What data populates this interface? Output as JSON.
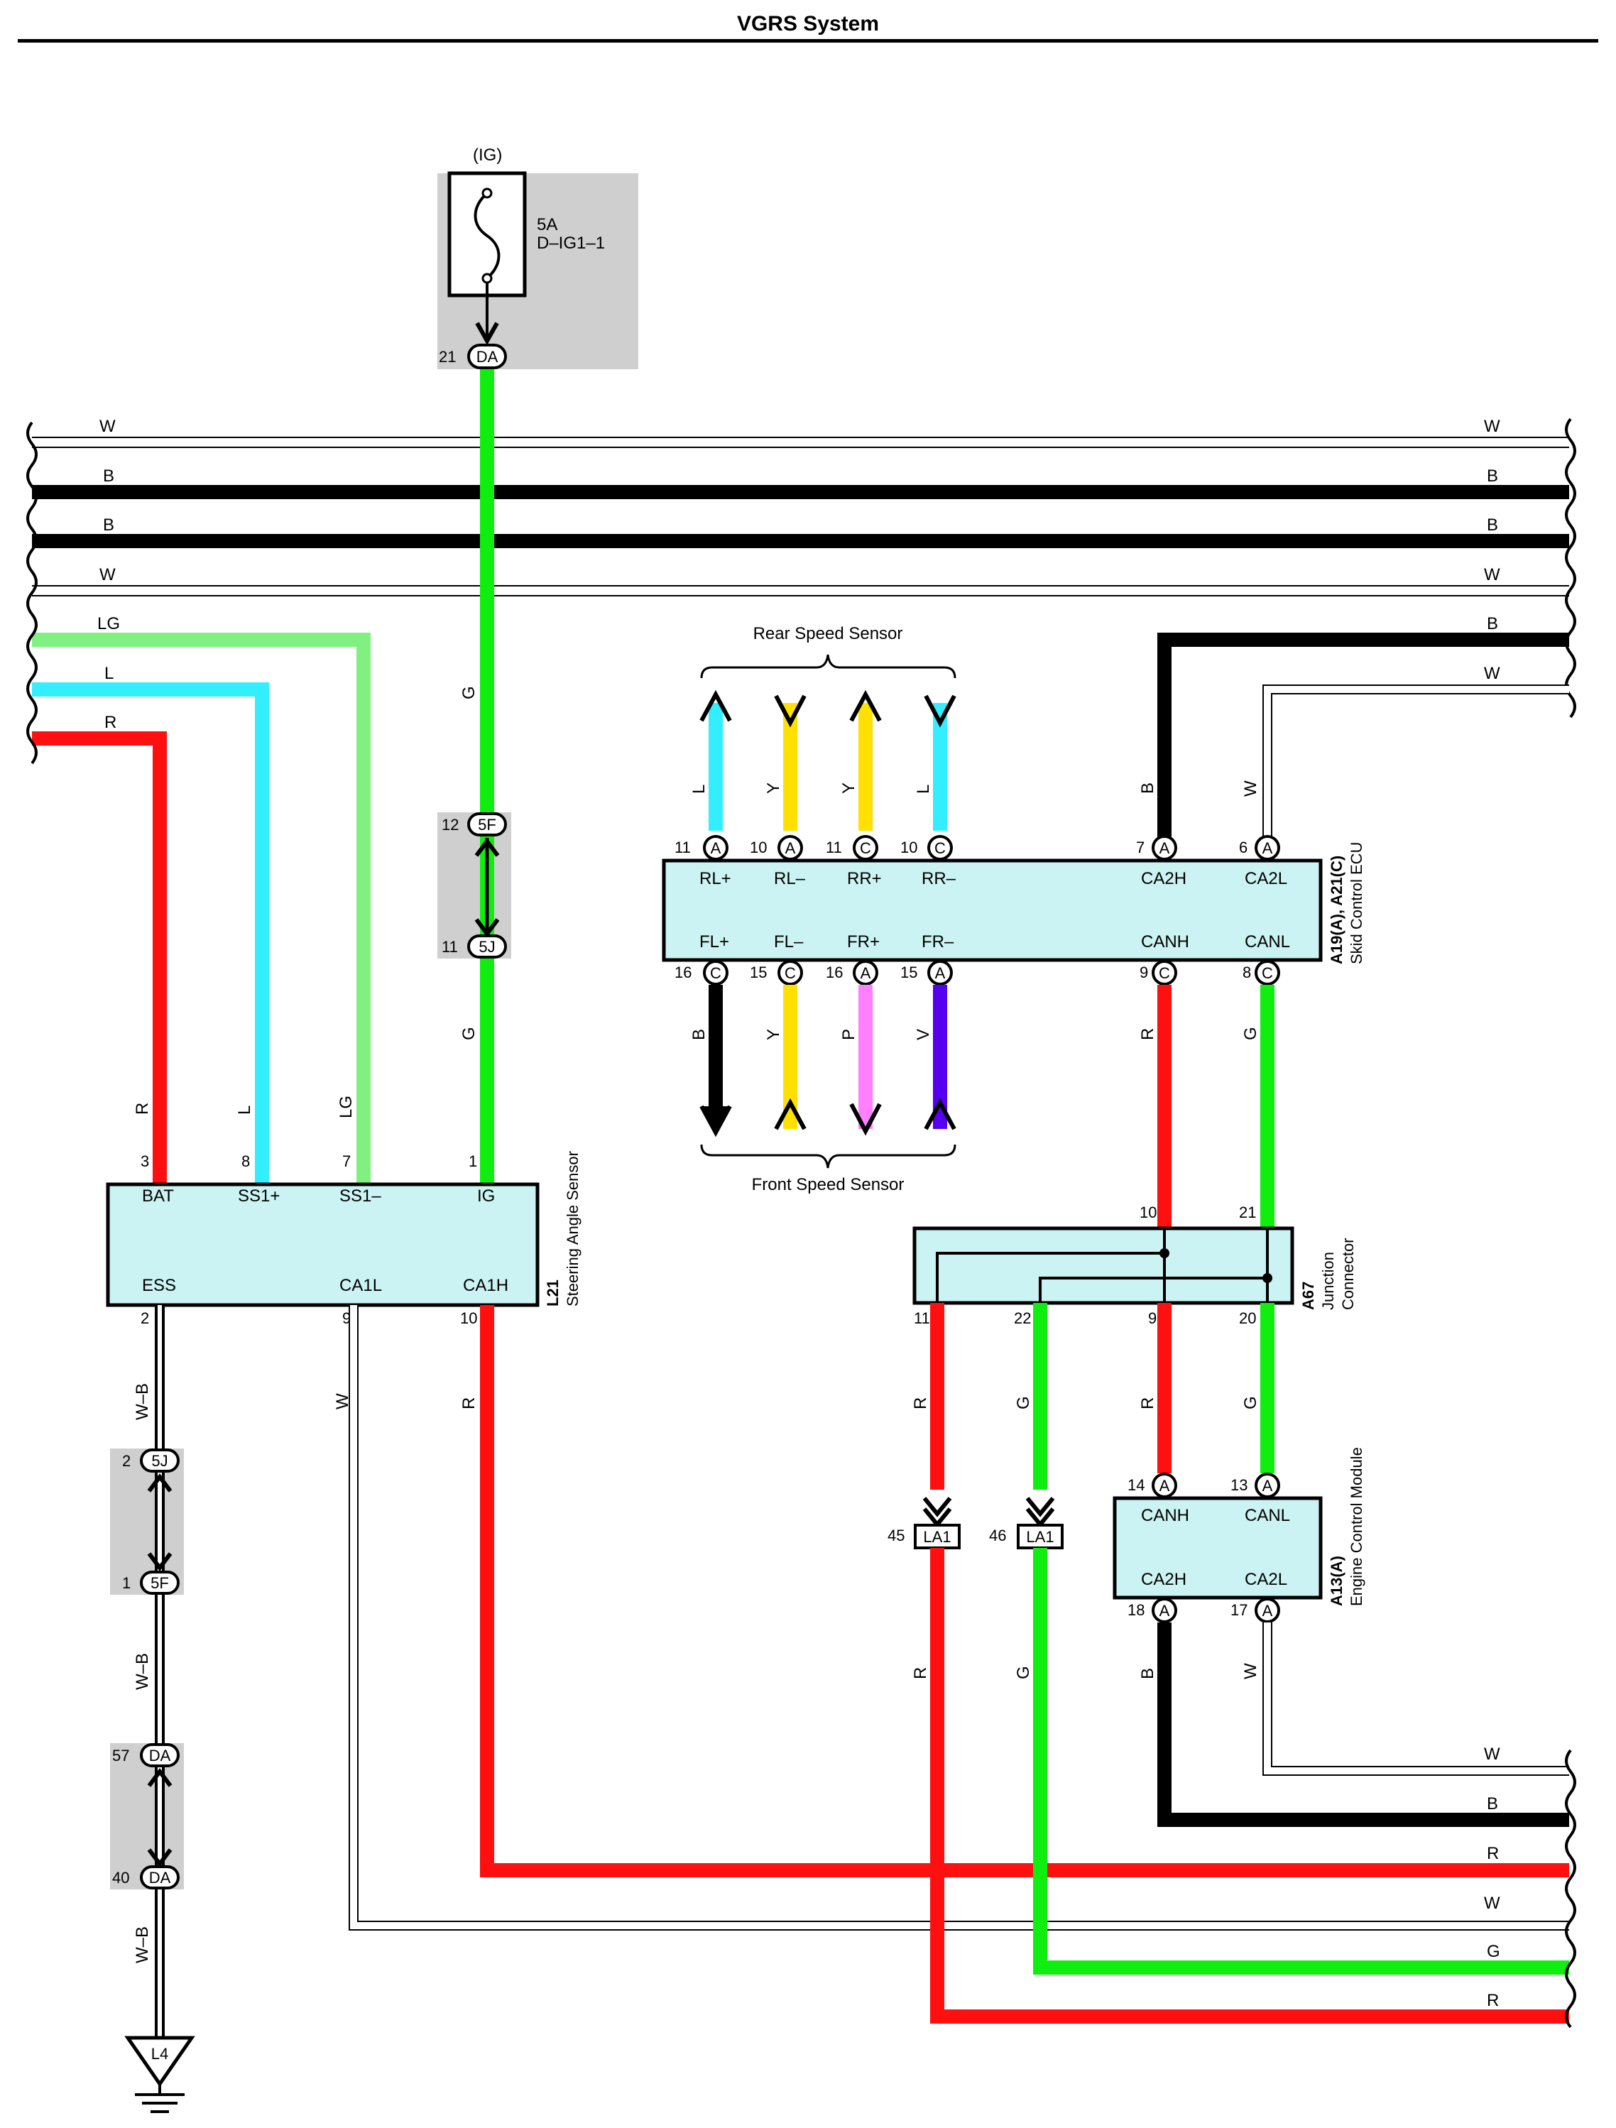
{
  "title": "VGRS System",
  "colors": {
    "W": "#ffffff",
    "B": "#000000",
    "LG": "#80f080",
    "L": "#33eeff",
    "R": "#ff1010",
    "G": "#10ee10",
    "Y": "#ffe000",
    "P": "#ff80ff",
    "V": "#5500ee",
    "box_fill": "#ccf3f3",
    "shade": "#cfcfcf"
  },
  "fuse": {
    "source": "(IG)",
    "rating": "5A",
    "name": "D–IG1–1",
    "pin": "21",
    "conn": "DA"
  },
  "splices": {
    "s5f_top": {
      "pin": "12",
      "conn": "5F"
    },
    "s5j_top": {
      "pin": "11",
      "conn": "5J"
    },
    "s5j_left": {
      "pin": "2",
      "conn": "5J"
    },
    "s5f_left": {
      "pin": "1",
      "conn": "5F"
    },
    "sda1": {
      "pin": "57",
      "conn": "DA"
    },
    "sda2": {
      "pin": "40",
      "conn": "DA"
    },
    "la1a": {
      "pin": "45",
      "conn": "LA1"
    },
    "la1b": {
      "pin": "46",
      "conn": "LA1"
    }
  },
  "left_wires": [
    "W",
    "B",
    "B",
    "W",
    "LG",
    "L",
    "R"
  ],
  "right_top_wires": [
    "W",
    "B",
    "B",
    "W",
    "B",
    "W"
  ],
  "right_bottom_wires": [
    "W",
    "B",
    "R",
    "W",
    "G",
    "R"
  ],
  "wire_labels": {
    "g_upper": "G",
    "g_lower": "G",
    "r_vert": "R",
    "l_vert": "L",
    "lg_vert": "LG",
    "wb1": "W–B",
    "wb2": "W–B",
    "wb3": "W–B",
    "w_l21": "W",
    "r_l21": "R",
    "b_ecu": "B",
    "w_ecu": "W",
    "r_ecu": "R",
    "g_ecu": "G",
    "r_j11": "R",
    "g_j22": "G",
    "r_j9": "R",
    "g_j20": "G",
    "r_la1": "R",
    "g_la1": "G",
    "b_ecm": "B",
    "w_ecm": "W"
  },
  "steering_sensor": {
    "id": "L21",
    "name": "Steering Angle Sensor",
    "top_pins": [
      {
        "num": "3",
        "label": "BAT"
      },
      {
        "num": "8",
        "label": "SS1+"
      },
      {
        "num": "7",
        "label": "SS1–"
      },
      {
        "num": "1",
        "label": "IG"
      }
    ],
    "bottom_pins": [
      {
        "num": "2",
        "label": "ESS"
      },
      {
        "num": "9",
        "label": "CA1L"
      },
      {
        "num": "10",
        "label": "CA1H"
      }
    ]
  },
  "skid_ecu": {
    "id": "A19(A), A21(C)",
    "name": "Skid Control ECU",
    "rear_label": "Rear Speed Sensor",
    "front_label": "Front Speed Sensor",
    "top_pins": [
      {
        "num": "11",
        "conn": "A",
        "label": "RL+",
        "wire": "L"
      },
      {
        "num": "10",
        "conn": "A",
        "label": "RL–",
        "wire": "Y"
      },
      {
        "num": "11",
        "conn": "C",
        "label": "RR+",
        "wire": "Y"
      },
      {
        "num": "10",
        "conn": "C",
        "label": "RR–",
        "wire": "L"
      },
      {
        "num": "7",
        "conn": "A",
        "label": "CA2H",
        "wire": "B"
      },
      {
        "num": "6",
        "conn": "A",
        "label": "CA2L",
        "wire": "W"
      }
    ],
    "bottom_pins": [
      {
        "num": "16",
        "conn": "C",
        "label": "FL+",
        "wire": "B"
      },
      {
        "num": "15",
        "conn": "C",
        "label": "FL–",
        "wire": "Y"
      },
      {
        "num": "16",
        "conn": "A",
        "label": "FR+",
        "wire": "P"
      },
      {
        "num": "15",
        "conn": "A",
        "label": "FR–",
        "wire": "V"
      },
      {
        "num": "9",
        "conn": "C",
        "label": "CANH",
        "wire": "R"
      },
      {
        "num": "8",
        "conn": "C",
        "label": "CANL",
        "wire": "G"
      }
    ]
  },
  "junction": {
    "id": "A67",
    "name1": "Junction",
    "name2": "Connector",
    "top_pins": [
      "10",
      "21"
    ],
    "bottom_pins": [
      "11",
      "22",
      "9",
      "20"
    ]
  },
  "ecm": {
    "id": "A13(A)",
    "name": "Engine Control Module",
    "top_pins": [
      {
        "num": "14",
        "conn": "A",
        "label": "CANH"
      },
      {
        "num": "13",
        "conn": "A",
        "label": "CANL"
      }
    ],
    "bottom_pins": [
      {
        "num": "18",
        "conn": "A",
        "label": "CA2H"
      },
      {
        "num": "17",
        "conn": "A",
        "label": "CA2L"
      }
    ]
  },
  "ground": {
    "id": "L4"
  }
}
